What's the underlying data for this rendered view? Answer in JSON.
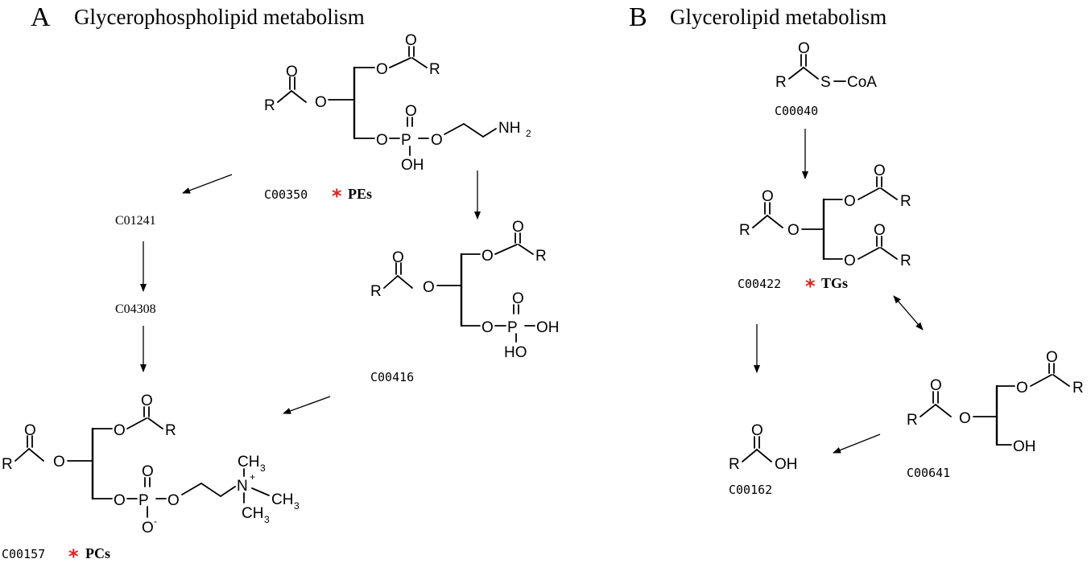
{
  "panel_a": {
    "letter": "A",
    "title": "Glycerophospholipid metabolism",
    "pe": {
      "code": "C00350",
      "star": "*",
      "class": "PEs"
    },
    "pc": {
      "code": "C00157",
      "star": "*",
      "class": "PCs"
    },
    "pa_code": "C00416",
    "intermediate1": "C01241",
    "intermediate2": "C04308"
  },
  "panel_b": {
    "letter": "B",
    "title": "Glycerolipid metabolism",
    "acyl_coa_code": "C00040",
    "tg": {
      "code": "C00422",
      "star": "*",
      "class": "TGs"
    },
    "dg_code": "C00641",
    "fatty_acid_code": "C00162"
  },
  "atoms": {
    "R": "R",
    "O": "O",
    "P": "P",
    "OH": "OH",
    "HO": "HO",
    "NH2_N": "NH",
    "sub2": "2",
    "S": "S",
    "CoA": "CoA",
    "N": "N",
    "plus": "+",
    "CH": "CH",
    "sub3": "3",
    "minus": "-"
  }
}
